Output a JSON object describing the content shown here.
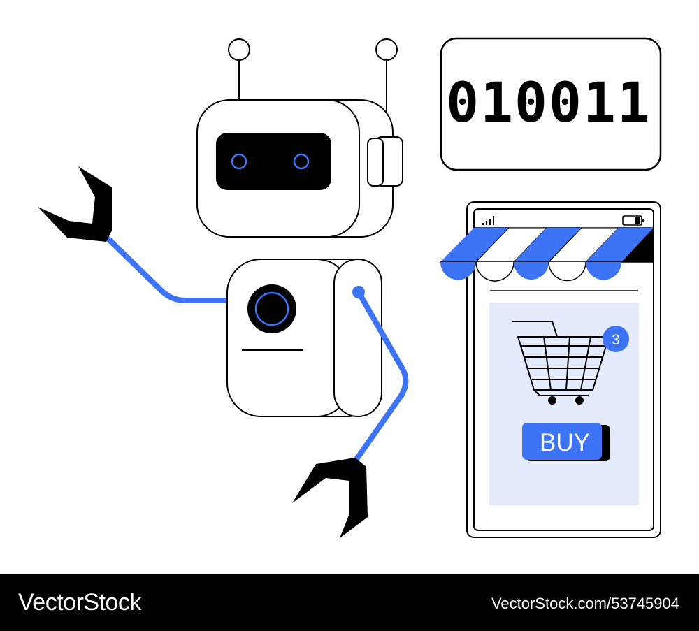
{
  "display": {
    "binary_code": "010011"
  },
  "phone": {
    "cart_badge_count": "3",
    "buy_label": "BUY"
  },
  "watermark": {
    "brand": "VectorStock",
    "ref": "VectorStock.com/53745904"
  },
  "colors": {
    "accent": "#3d73f5",
    "panel": "#e3ebfd",
    "ink": "#000000",
    "background": "#ffffff"
  },
  "icons": [
    "robot-head",
    "antenna",
    "robot-body",
    "robot-claw",
    "binary-display",
    "smartphone",
    "signal-bars-icon",
    "battery-icon",
    "shop-awning",
    "shopping-cart-icon",
    "badge"
  ]
}
